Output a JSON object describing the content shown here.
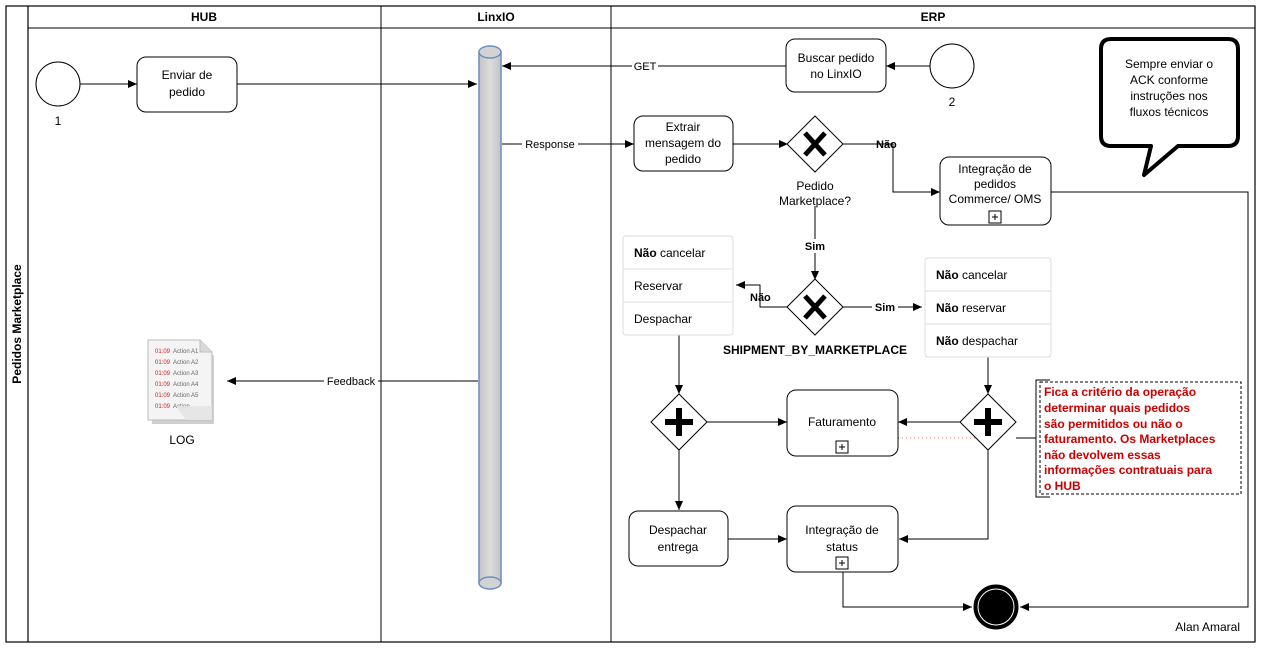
{
  "pool": {
    "label": "Pedidos Marketplace"
  },
  "lanes": [
    {
      "label": "HUB"
    },
    {
      "label": "LinxIO"
    },
    {
      "label": "ERP"
    }
  ],
  "events": {
    "start_1": "1",
    "start_2": "2"
  },
  "tasks": {
    "enviar_pedido": [
      "Enviar de",
      "pedido"
    ],
    "buscar_pedido": [
      "Buscar pedido",
      "no LinxIO"
    ],
    "extrair_mensagem": [
      "Extrair",
      "mensagem do",
      "pedido"
    ],
    "integracao_pedidos": [
      "Integração de",
      "pedidos",
      "Commerce/ OMS"
    ],
    "faturamento": [
      "Faturamento"
    ],
    "despachar_entrega": [
      "Despachar",
      "entrega"
    ],
    "integracao_status": [
      "Integração de",
      "status"
    ]
  },
  "gateways": {
    "pedido_marketplace": [
      "Pedido",
      "Marketplace?"
    ],
    "shipment": "SHIPMENT_BY_MARKETPLACE"
  },
  "edge_labels": {
    "get": "GET",
    "response": "Response",
    "feedback": "Feedback",
    "nao_1": "Não",
    "sim_1": "Sim",
    "nao_2": "Não",
    "sim_2": "Sim"
  },
  "list_left": [
    {
      "bold": "Não",
      "rest": " cancelar"
    },
    {
      "bold": "",
      "rest": "Reservar"
    },
    {
      "bold": "",
      "rest": "Despachar"
    }
  ],
  "list_right": [
    {
      "bold": "Não",
      "rest": " cancelar"
    },
    {
      "bold": "Não",
      "rest": " reservar"
    },
    {
      "bold": "Não",
      "rest": " despachar"
    }
  ],
  "callout": [
    "Sempre enviar o",
    "ACK conforme",
    "instruções nos",
    "fluxos técnicos"
  ],
  "annotation": [
    "Fica a critério da operação",
    "determinar quais pedidos",
    "são permitidos ou não o",
    "faturamento. Os Marketplaces",
    "não devolvem essas",
    "informações contratuais para",
    "o HUB"
  ],
  "log": {
    "label": "LOG",
    "lines": [
      {
        "time": "01:09",
        "action": "Action A1"
      },
      {
        "time": "01:09",
        "action": "Action A2"
      },
      {
        "time": "01:09",
        "action": "Action A3"
      },
      {
        "time": "01:09",
        "action": "Action A4"
      },
      {
        "time": "01:09",
        "action": "Action A5"
      },
      {
        "time": "01:09",
        "action": "Action"
      }
    ]
  },
  "author": "Alan Amaral",
  "colors": {
    "annotation_text": "#cc0000",
    "cylinder_fill": "#d3d3d3",
    "cylinder_stroke": "#6c8ebf"
  }
}
